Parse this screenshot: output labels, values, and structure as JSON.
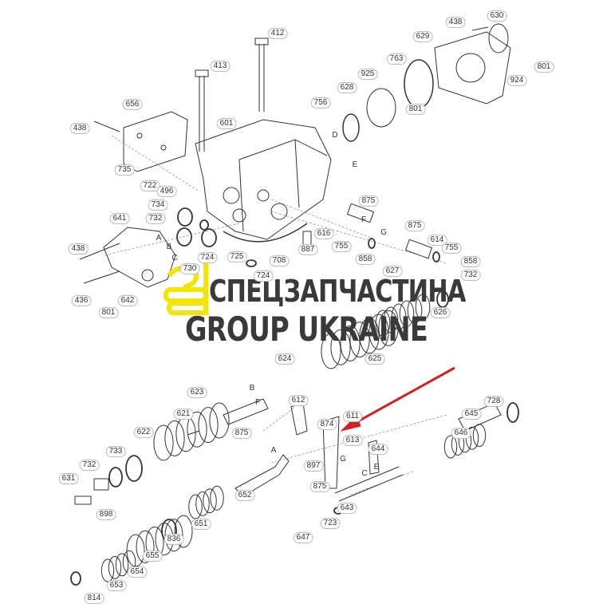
{
  "labels": [
    "412",
    "438",
    "630",
    "413",
    "629",
    "763",
    "801",
    "924",
    "925",
    "628",
    "801",
    "656",
    "756",
    "601",
    "438",
    "735",
    "722",
    "496",
    "875",
    "734",
    "732",
    "641",
    "875",
    "614",
    "616",
    "887",
    "755",
    "858",
    "755",
    "858",
    "708",
    "438",
    "724",
    "725",
    "724",
    "730",
    "436",
    "642",
    "801",
    "732",
    "627",
    "626",
    "625",
    "624",
    "623",
    "612",
    "611",
    "621",
    "875",
    "874",
    "613",
    "622",
    "728",
    "645",
    "646",
    "644",
    "733",
    "732",
    "631",
    "897",
    "875",
    "652",
    "643",
    "898",
    "651",
    "723",
    "647",
    "836",
    "655",
    "654",
    "653",
    "814"
  ],
  "letters": [
    "D",
    "E",
    "F",
    "G",
    "A",
    "B",
    "C",
    "B",
    "F",
    "A",
    "G",
    "E",
    "C"
  ],
  "watermark": {
    "line1": "СПЕЦЗАПЧАСТИНА",
    "line2": "GROUP UKRAINE",
    "logo_text": "SZ"
  },
  "colors": {
    "arrow": "#d42020",
    "logo": "#f2e600",
    "watermark": "#3a3a3a"
  }
}
